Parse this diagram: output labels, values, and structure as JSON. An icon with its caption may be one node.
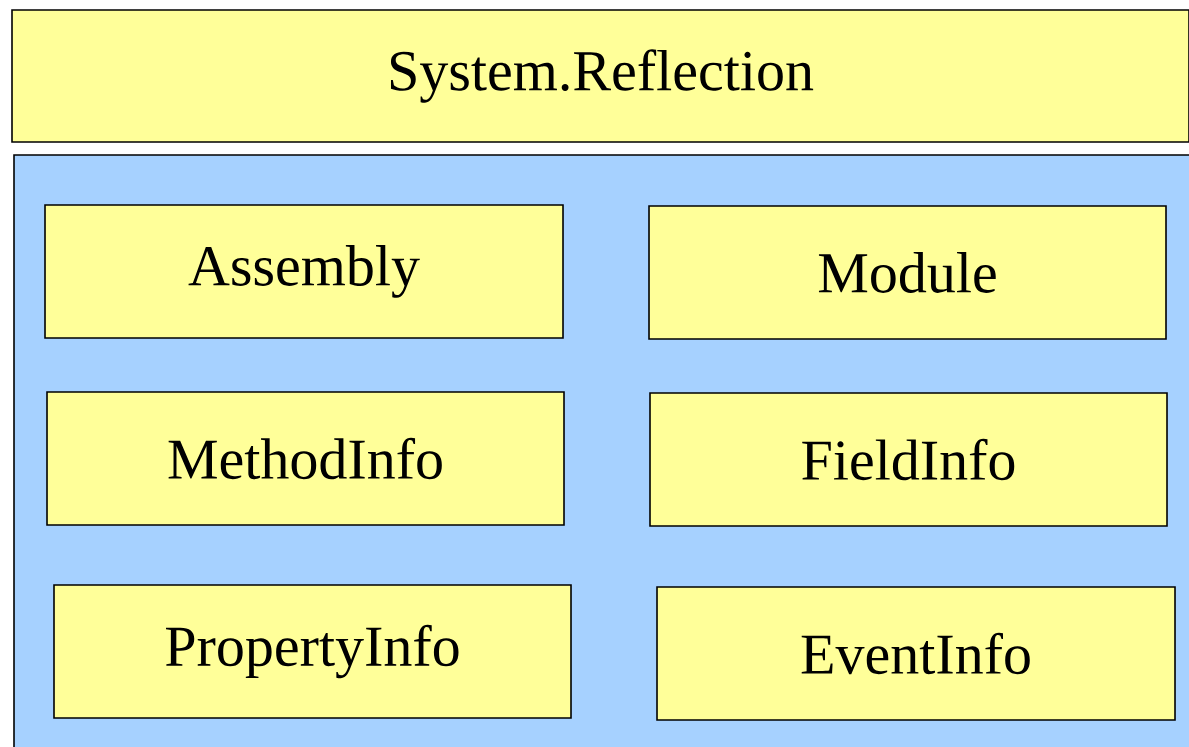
{
  "diagram": {
    "nodes": [
      {
        "text": [
          "System.Reflection"
        ]
      },
      {
        "text": [],
        "shape": "box"
      },
      {
        "text": [
          "Assembly"
        ],
        "in": 1
      },
      {
        "text": [
          "Module"
        ],
        "in": 1
      },
      {
        "text": [
          "MethodInfo"
        ],
        "in": 1
      },
      {
        "text": [
          "FieldInfo"
        ],
        "in": 1
      },
      {
        "text": [
          "PropertyInfo"
        ],
        "in": 1
      },
      {
        "text": [
          "EventInfo"
        ],
        "in": 1
      }
    ]
  }
}
